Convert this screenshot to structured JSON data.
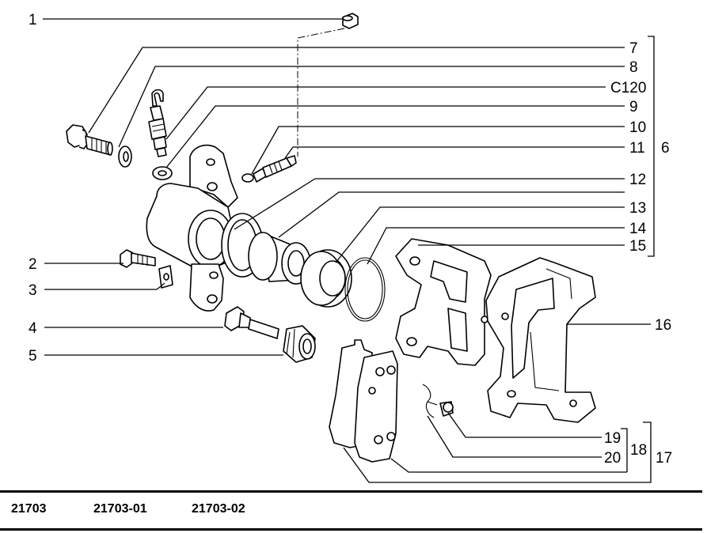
{
  "callouts": {
    "c1": "1",
    "c2": "2",
    "c3": "3",
    "c4": "4",
    "c5": "5",
    "c6": "6",
    "c7": "7",
    "c8": "8",
    "c120": "C120",
    "c9": "9",
    "c10": "10",
    "c11": "11",
    "c12": "12",
    "c13": "13",
    "c14": "14",
    "c15": "15",
    "c16": "16",
    "c17": "17",
    "c18": "18",
    "c19": "19",
    "c20": "20"
  },
  "footer": {
    "codes": [
      "21703",
      "21703-01",
      "21703-02"
    ]
  }
}
